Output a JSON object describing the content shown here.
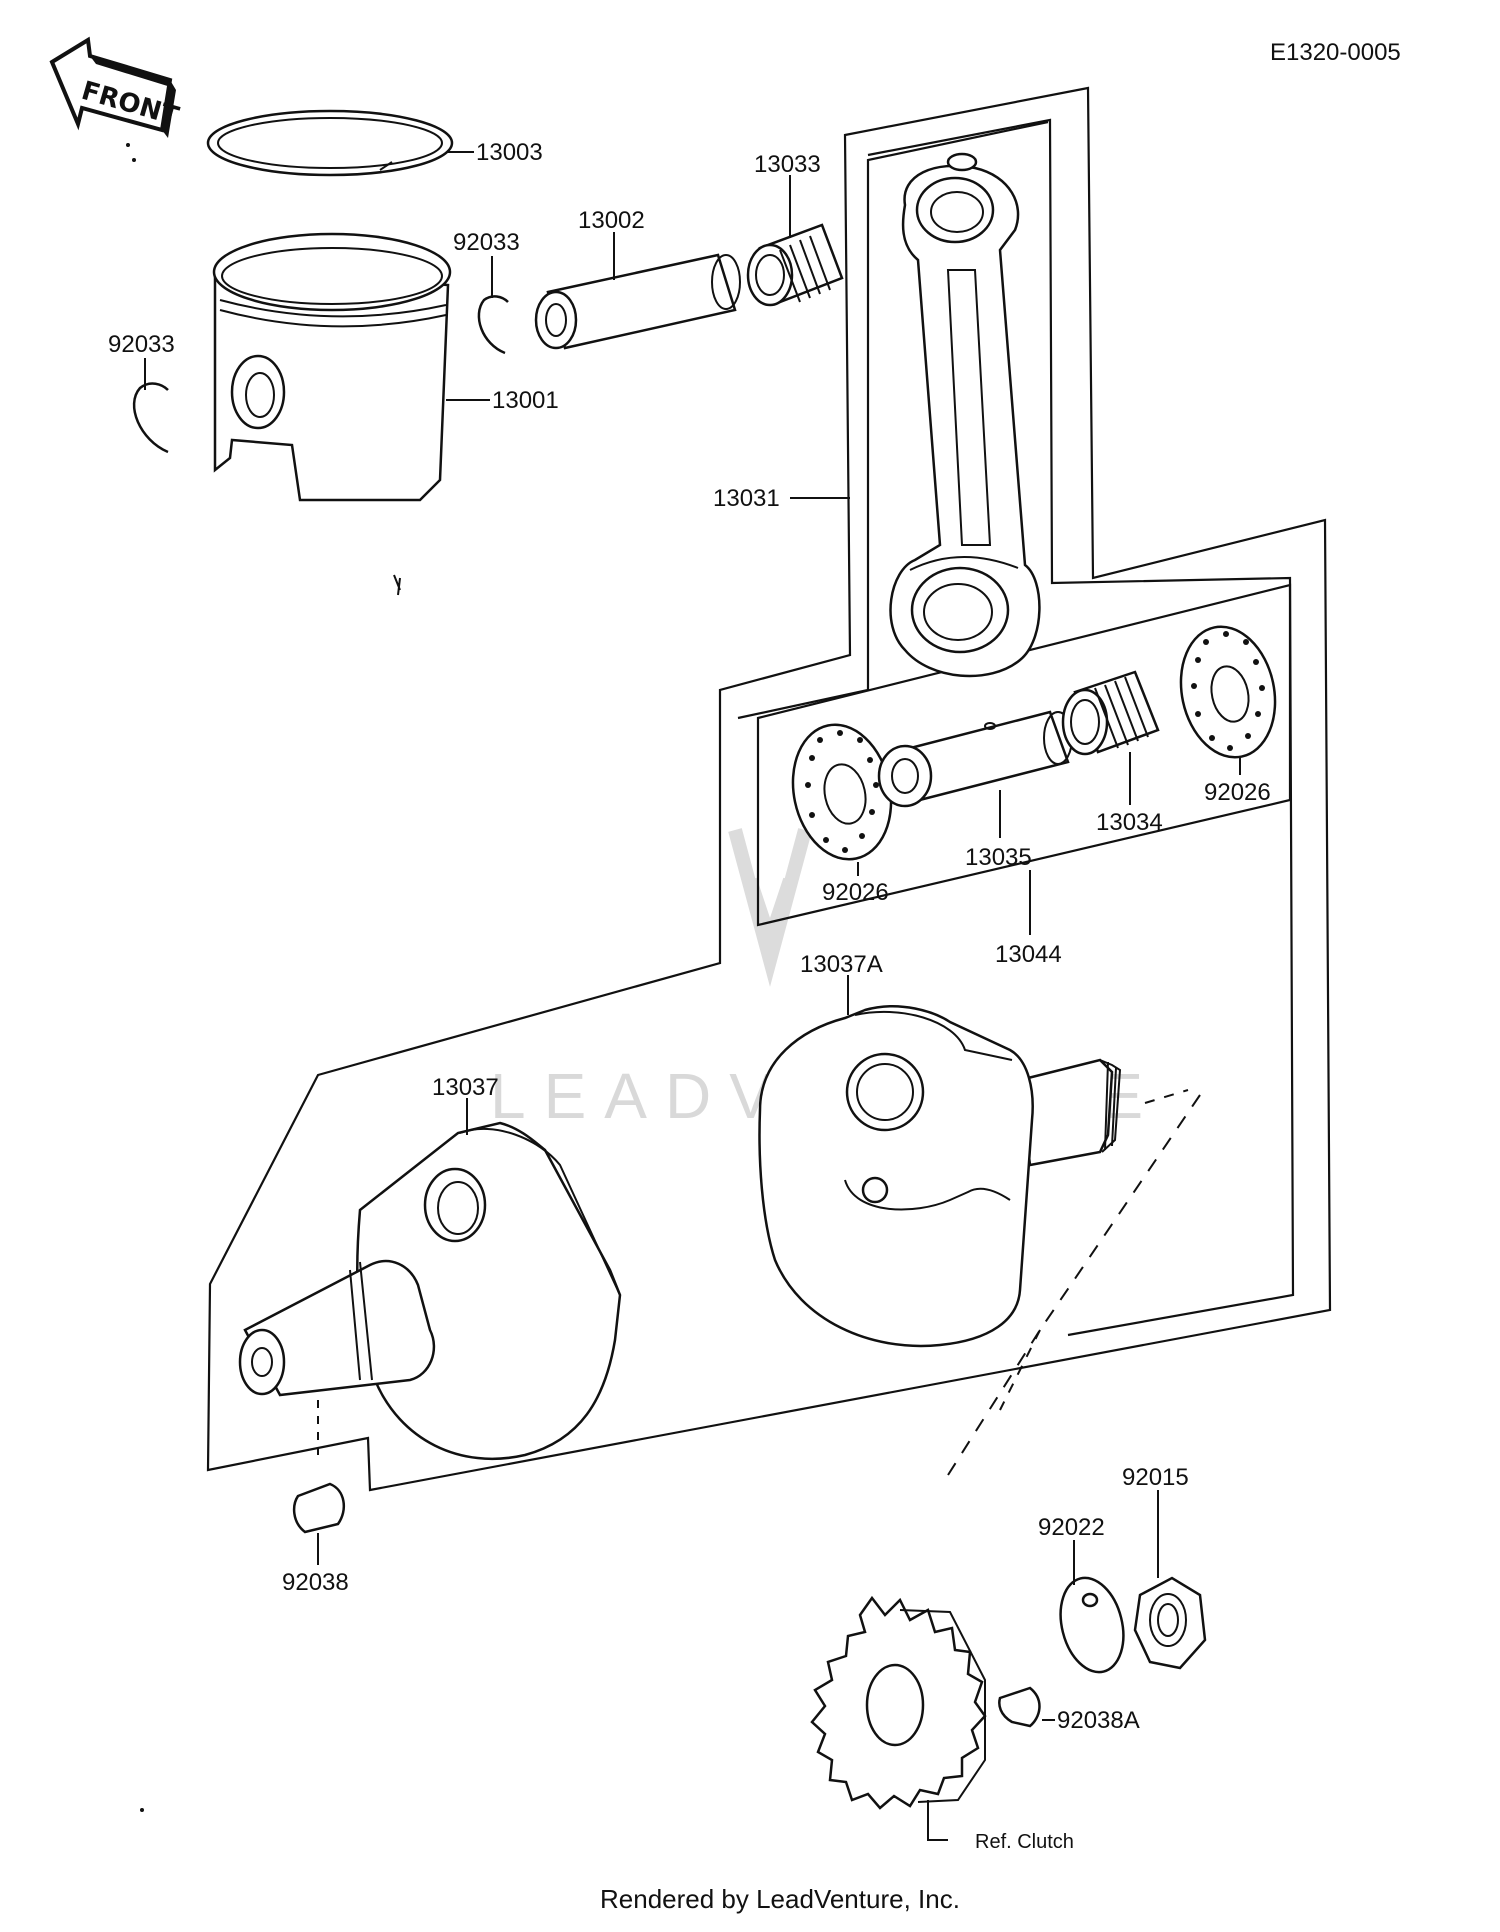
{
  "diagram": {
    "ref_code": "E1320-0005",
    "front_label": "FRONT",
    "ref_note": "Ref. Clutch",
    "footer": "Rendered by LeadVenture, Inc.",
    "watermark": "LEADVENTURE",
    "parts": {
      "p13003": "13003",
      "p13002": "13002",
      "p13033": "13033",
      "p92033_a": "92033",
      "p92033_b": "92033",
      "p13001": "13001",
      "p13031": "13031",
      "p92026_a": "92026",
      "p92026_b": "92026",
      "p13035": "13035",
      "p13034": "13034",
      "p13044": "13044",
      "p13037A": "13037A",
      "p13037": "13037",
      "p92038": "92038",
      "p92015": "92015",
      "p92022": "92022",
      "p92038A": "92038A"
    }
  }
}
